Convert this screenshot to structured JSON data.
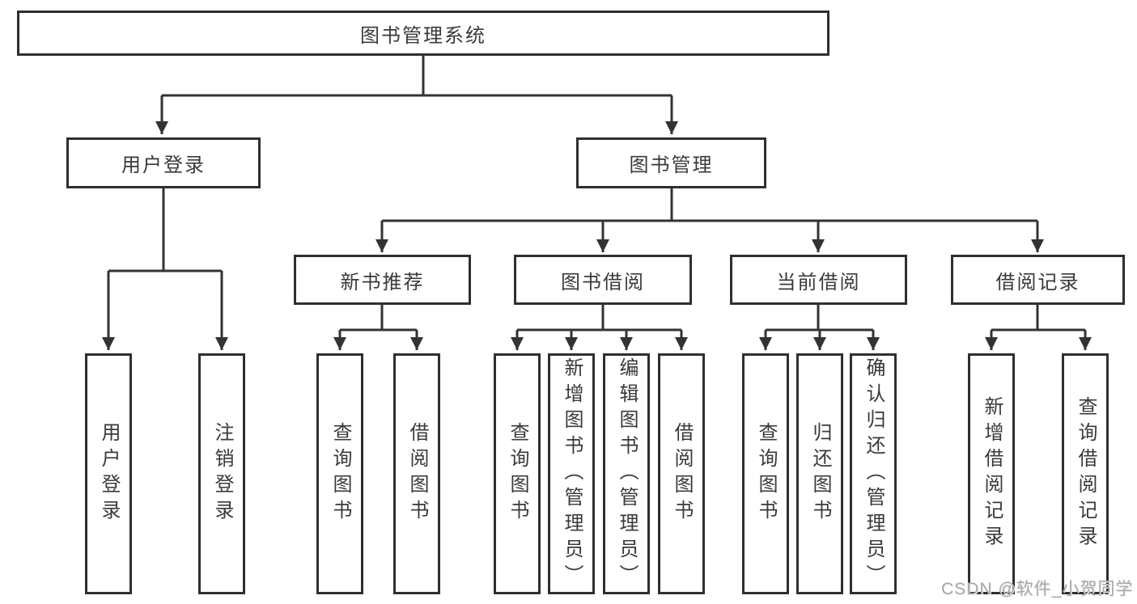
{
  "tree": {
    "root": {
      "label": "图书管理系统"
    },
    "level2": [
      {
        "label": "用户登录",
        "children": [
          {
            "label": "用户登录"
          },
          {
            "label": "注销登录"
          }
        ]
      },
      {
        "label": "图书管理",
        "children": [
          {
            "label": "新书推荐",
            "children": [
              {
                "label": "查询图书"
              },
              {
                "label": "借阅图书"
              }
            ]
          },
          {
            "label": "图书借阅",
            "children": [
              {
                "label": "查询图书"
              },
              {
                "label": "新增图书（管理员）"
              },
              {
                "label": "编辑图书（管理员）"
              },
              {
                "label": "借阅图书"
              }
            ]
          },
          {
            "label": "当前借阅",
            "children": [
              {
                "label": "查询图书"
              },
              {
                "label": "归还图书"
              },
              {
                "label": "确认归还（管理员）"
              }
            ]
          },
          {
            "label": "借阅记录",
            "children": [
              {
                "label": "新增借阅记录"
              },
              {
                "label": "查询借阅记录"
              }
            ]
          }
        ]
      }
    ]
  },
  "watermark": {
    "text": "CSDN @软件_小贺同学"
  },
  "colors": {
    "line": "#333333",
    "border": "#2f2f2f",
    "text": "#3a3a3a",
    "watermark": "#a8a8a8"
  }
}
